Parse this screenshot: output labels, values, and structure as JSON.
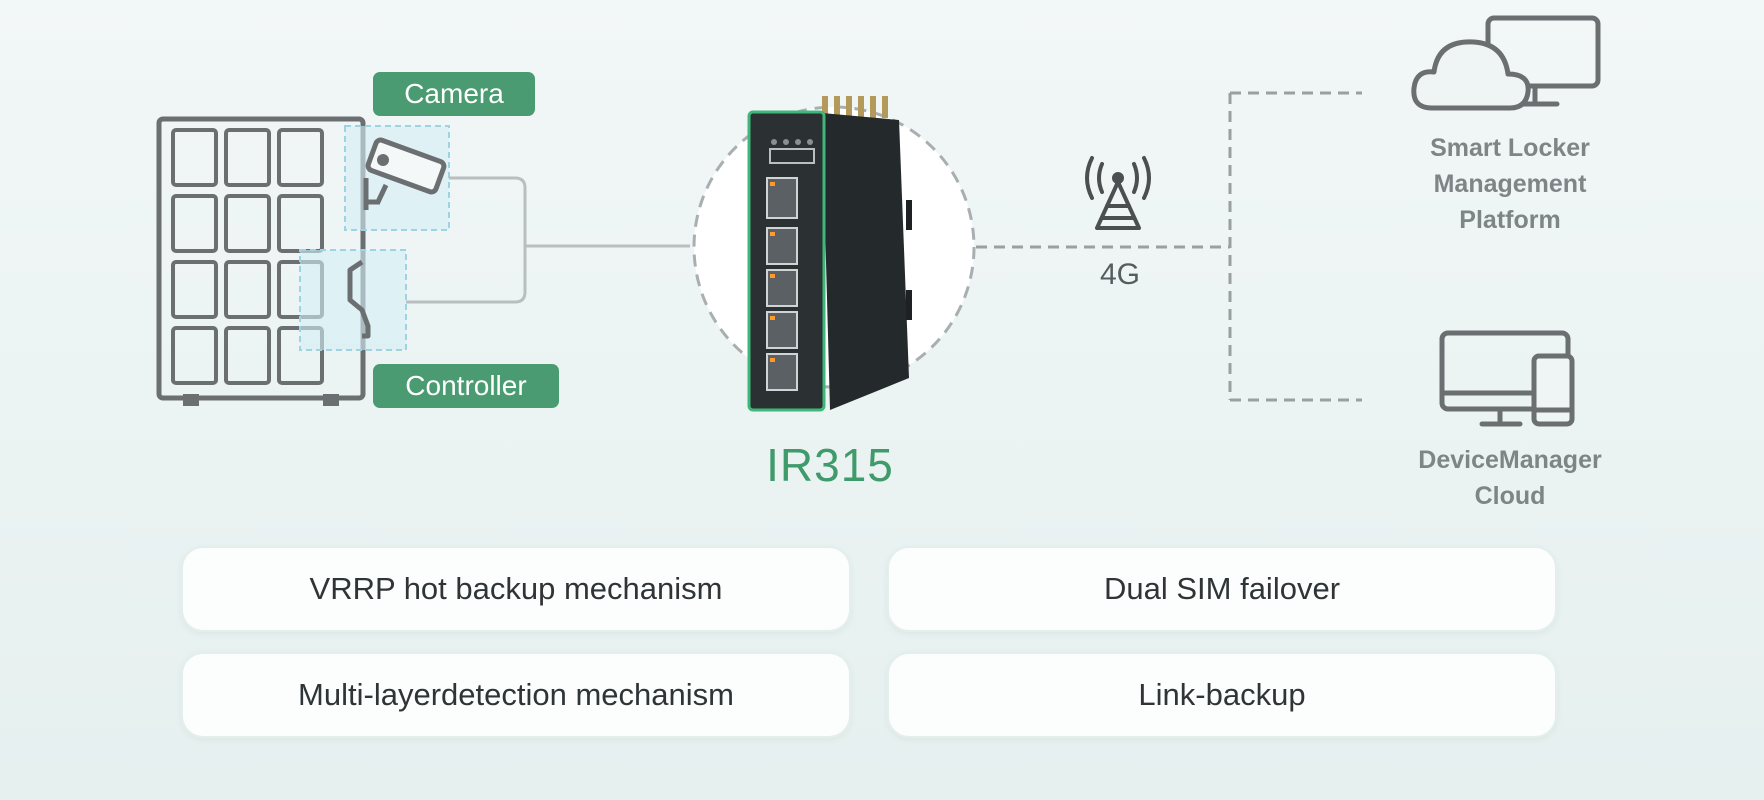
{
  "labels": {
    "camera": "Camera",
    "controller": "Controller",
    "device": "IR315",
    "link": "4G",
    "platform": "Smart Locker Management Platform",
    "device_manager": "DeviceManager Cloud"
  },
  "features": [
    "VRRP hot backup mechanism",
    "Dual SIM failover",
    "Multi-layerdetection mechanism",
    "Link-backup"
  ],
  "colors": {
    "accent_green": "#4a9b72",
    "device_label": "#3f9a6c",
    "icon_gray": "#6b6f72",
    "dashed_line": "#9a9fa2"
  }
}
